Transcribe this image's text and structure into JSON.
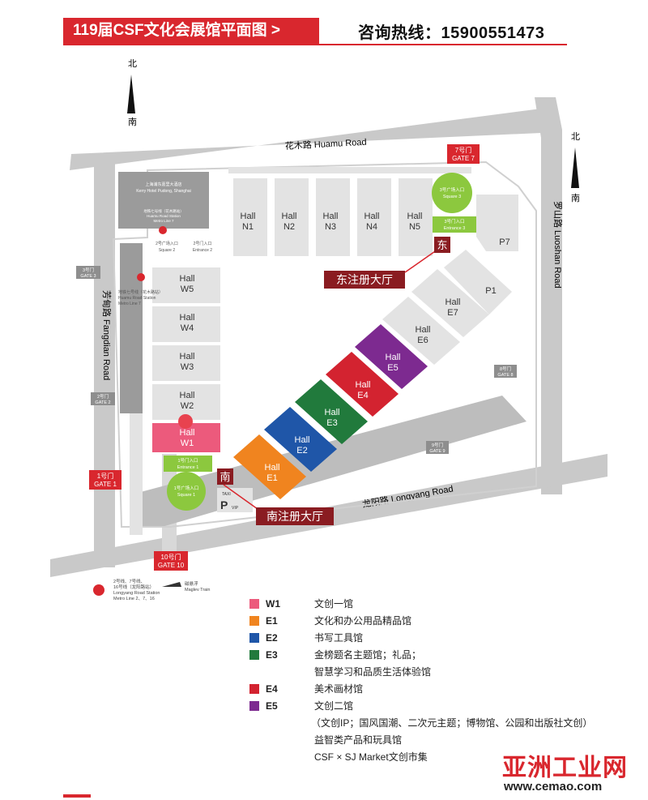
{
  "header": {
    "title": "119届CSF文化会展馆平面图 >",
    "hotline": "咨询热线：15900551473"
  },
  "map": {
    "compass_north": "北",
    "compass_south": "南",
    "roads": {
      "huamu": "花木路 Huamu Road",
      "luoshan": "罗山路 Luoshan Road",
      "fangdian": "芳甸路 Fangdian Road",
      "longyang": "龙阳路 Longyang Road"
    },
    "hotel": [
      "上海浦东嘉里大酒店",
      "Kerry Hotel Pudong, Shanghai"
    ],
    "metro_huamu_top": [
      "地铁七号线（花木路站）",
      "Huamu Road Station",
      "Metro Line 7"
    ],
    "metro_huamu_left": [
      "地铁七号线（花木路站）",
      "Huamu Road Station",
      "Metro Line 7"
    ],
    "metro_longyang": [
      "2号线、7号线、",
      "16号线（龙阳路站）",
      "Longyang Road Station",
      "Metro Line 2、7、16"
    ],
    "maglev": [
      "磁悬浮",
      "Maglev Train"
    ],
    "hall_word": "Hall",
    "halls_north": [
      "N1",
      "N2",
      "N3",
      "N4",
      "N5"
    ],
    "halls_west": [
      "W5",
      "W4",
      "W3",
      "W2"
    ],
    "hall_w1": "W1",
    "halls_east_gray": [
      "E6",
      "E7",
      "P1"
    ],
    "hall_p7": "P7",
    "halls_east_colored": [
      "E1",
      "E2",
      "E3",
      "E4",
      "E5"
    ],
    "gates": {
      "gate1": [
        "1号门",
        "GATE 1"
      ],
      "gate2": [
        "2号门",
        "GATE 2"
      ],
      "gate3": [
        "3号门",
        "GATE 3"
      ],
      "gate7": [
        "7号门",
        "GATE 7"
      ],
      "gate8": [
        "8号门",
        "GATE 8"
      ],
      "gate9": [
        "9号门",
        "GATE 9"
      ],
      "gate10": [
        "10号门",
        "GATE 10"
      ]
    },
    "entrances": {
      "square1": [
        "1号广场入口",
        "Square 1"
      ],
      "entrance1": [
        "1号门入口",
        "Entrance 1"
      ],
      "square2": [
        "2号广场入口",
        "Square 2"
      ],
      "entrance2": [
        "2号门入口",
        "Entrance 2"
      ],
      "square3": [
        "3号广场入口",
        "Square 3"
      ],
      "entrance3": [
        "3号门入口",
        "Entrance 3"
      ]
    },
    "parking": {
      "taxi": "TAXI",
      "p": "P",
      "vip": "VIP"
    },
    "registration": {
      "east_badge": "东",
      "east_label": "东注册大厅",
      "south_badge": "南",
      "south_label": "南注册大厅"
    },
    "colors": {
      "W1": "#ec5a7c",
      "E1": "#f0841f",
      "E2": "#1f56a8",
      "E3": "#217a3c",
      "E4": "#d32330",
      "E5": "#7d2a90",
      "green_square": "#8cc83e",
      "red": "#d9272e",
      "gray_hall": "#e3e3e3",
      "road": "#c9c9c9"
    }
  },
  "legend": {
    "items": [
      {
        "code": "W1",
        "label": "文创一馆",
        "color": "#ec5a7c"
      },
      {
        "code": "E1",
        "label": "文化和办公用品精品馆",
        "color": "#f0841f"
      },
      {
        "code": "E2",
        "label": "书写工具馆",
        "color": "#1f56a8"
      },
      {
        "code": "E3",
        "label": "金榜题名主题馆；礼品；",
        "color": "#217a3c"
      },
      {
        "code": "E4",
        "label": "美术画材馆",
        "color": "#d32330"
      },
      {
        "code": "E5",
        "label": "文创二馆",
        "color": "#7d2a90"
      }
    ],
    "e3_line2": "智慧学习和品质生活体验馆",
    "e5_line2": "（文创IP；国风国潮、二次元主题；博物馆、公园和出版社文创）",
    "e5_line3": "益智类产品和玩具馆",
    "e5_line4": "CSF × SJ Market文创市集"
  },
  "watermark": {
    "text": "亚洲工业网",
    "url": "www.cemao.com"
  }
}
